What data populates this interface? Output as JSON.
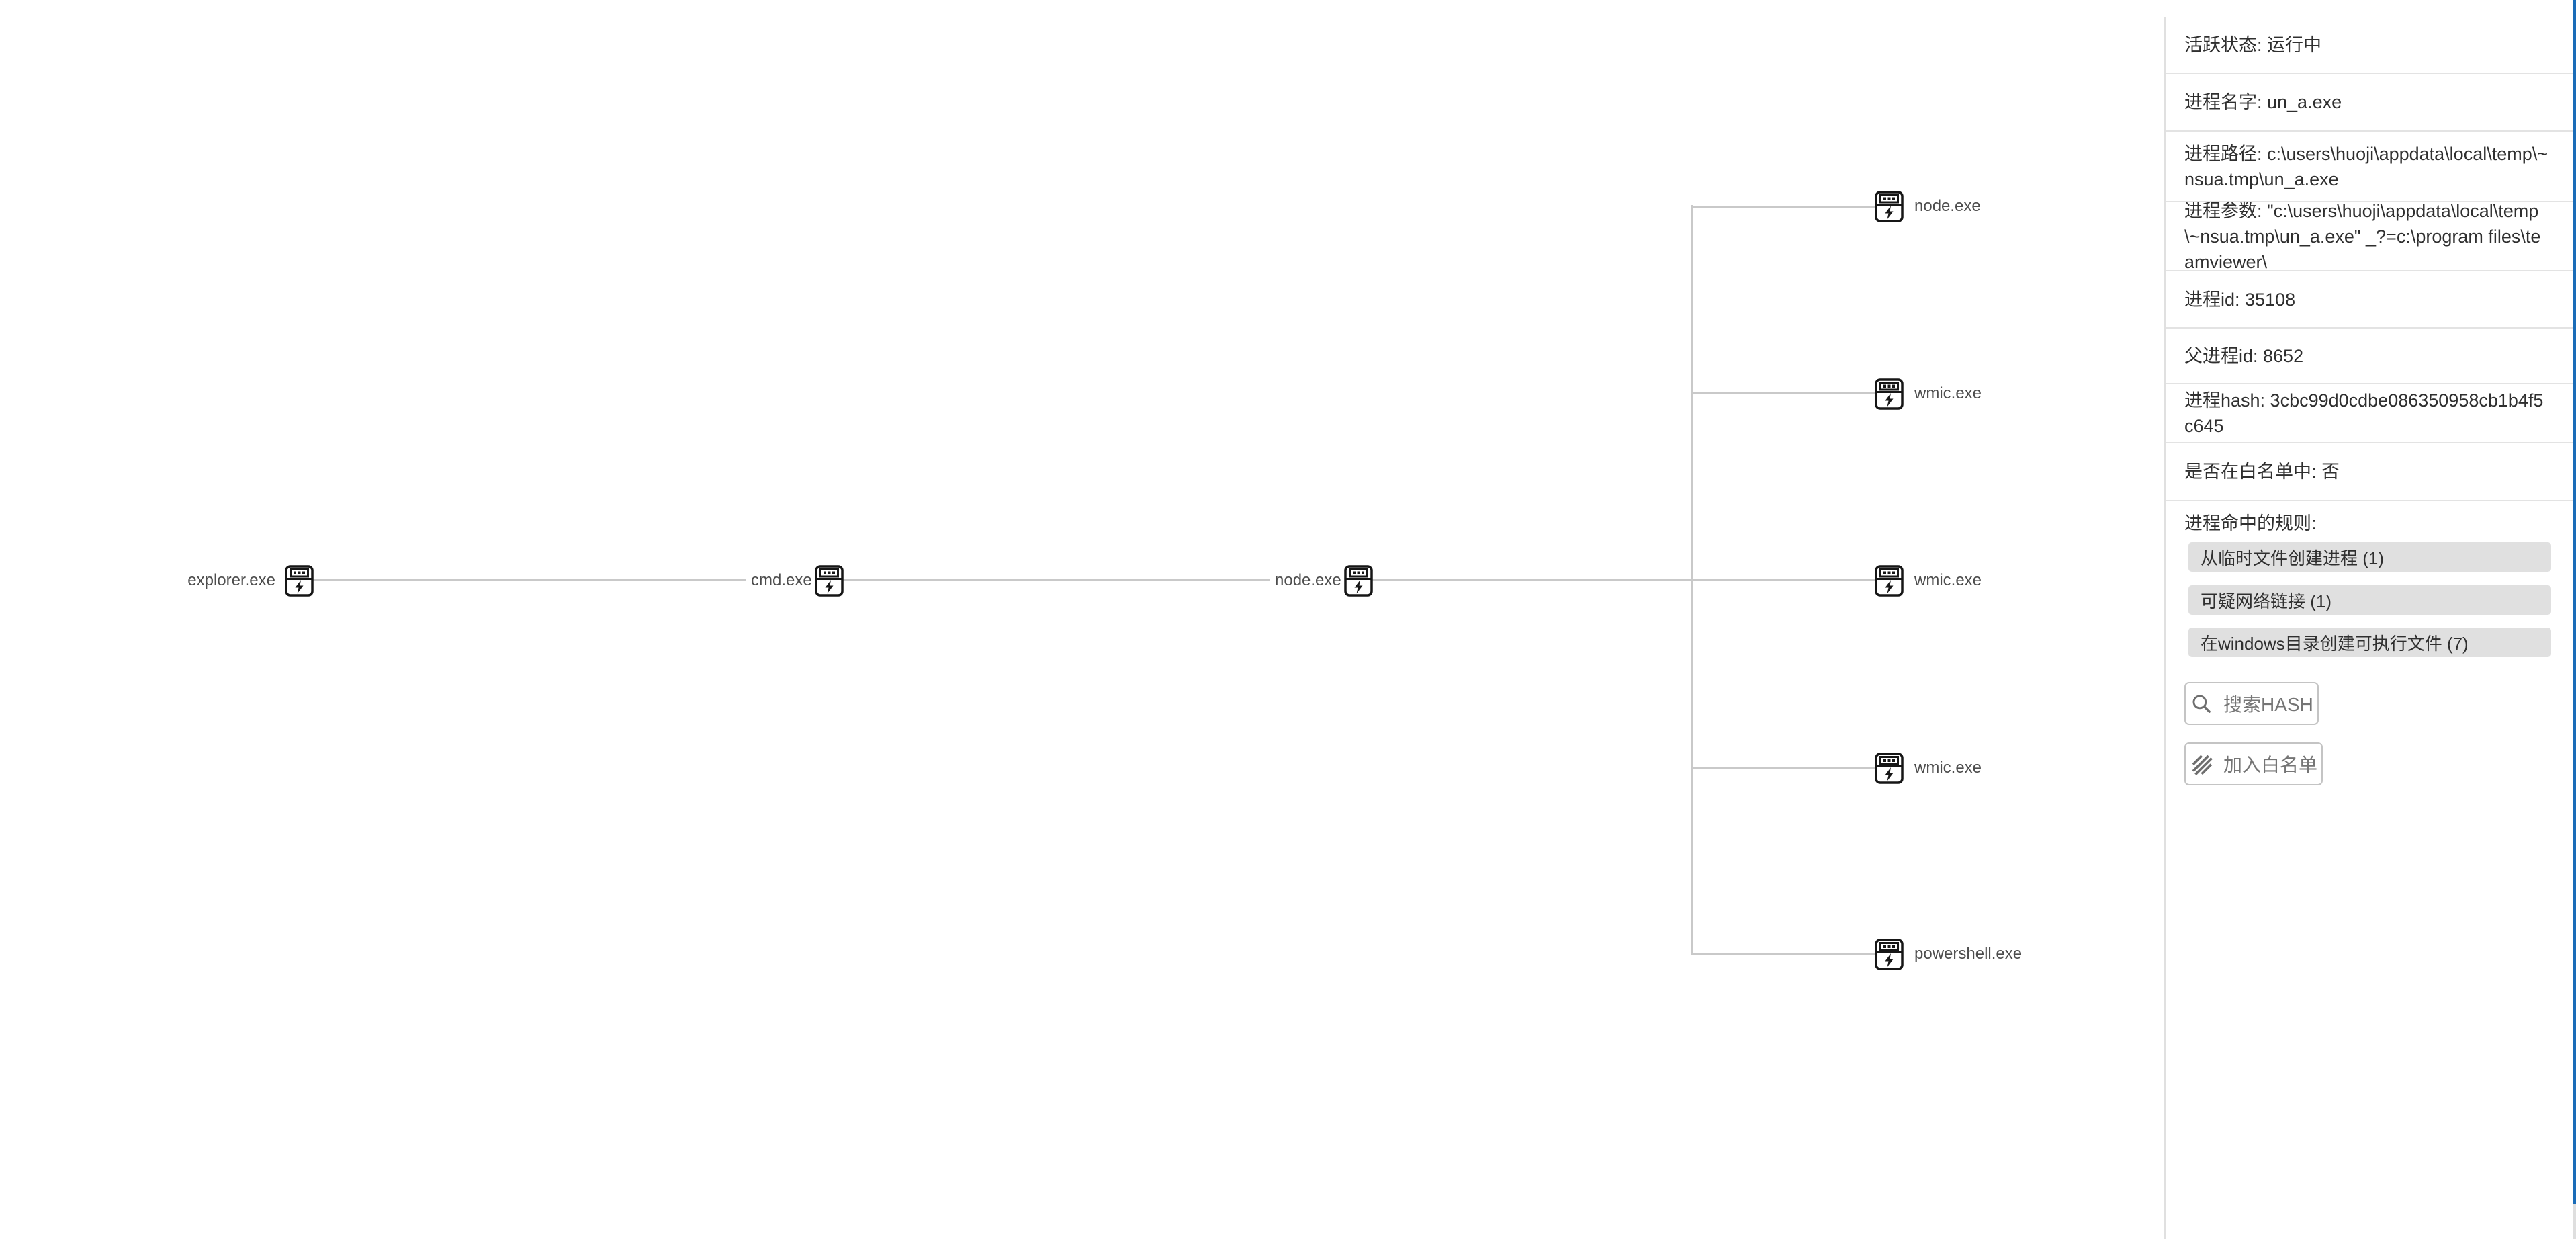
{
  "colors": {
    "tree_line": "#c9c9c9",
    "icon_stroke": "#161616",
    "tree_label_text": "#4d4d4d",
    "panel_text": "#2f2f2f",
    "panel_divider": "#e3e3e3",
    "chip_bg": "#e0e0e0",
    "button_border": "#c4c4c4",
    "button_text": "#757575",
    "scrollbar_thumb_blue": "#1a6cb8",
    "scrollbar_track": "#dedede"
  },
  "tree": {
    "chain": [
      {
        "label": "explorer.exe"
      },
      {
        "label": "cmd.exe"
      },
      {
        "label": "node.exe"
      }
    ],
    "children": [
      {
        "label": "node.exe"
      },
      {
        "label": "wmic.exe"
      },
      {
        "label": "wmic.exe"
      },
      {
        "label": "wmic.exe"
      },
      {
        "label": "powershell.exe"
      }
    ]
  },
  "panel": {
    "rows": [
      {
        "text": "活跃状态: 运行中"
      },
      {
        "text": "进程名字: un_a.exe"
      },
      {
        "text": "进程路径: c:\\users\\huoji\\appdata\\local\\temp\\~nsua.tmp\\un_a.exe"
      },
      {
        "text": "进程参数: \"c:\\users\\huoji\\appdata\\local\\temp\\~nsua.tmp\\un_a.exe\" _?=c:\\program files\\teamviewer\\"
      },
      {
        "text": "进程id: 35108"
      },
      {
        "text": "父进程id: 8652"
      },
      {
        "text": "进程hash: 3cbc99d0cdbe086350958cb1b4f5c645"
      },
      {
        "text": "是否在白名单中: 否"
      }
    ],
    "rules_label": "进程命中的规则:",
    "rules": [
      {
        "label": "从临时文件创建进程 (1)"
      },
      {
        "label": "可疑网络链接 (1)"
      },
      {
        "label": "在windows目录创建可执行文件 (7)"
      }
    ],
    "search_button": {
      "label": "搜索HASH"
    },
    "whitelist_button": {
      "label": "加入白名单"
    }
  }
}
